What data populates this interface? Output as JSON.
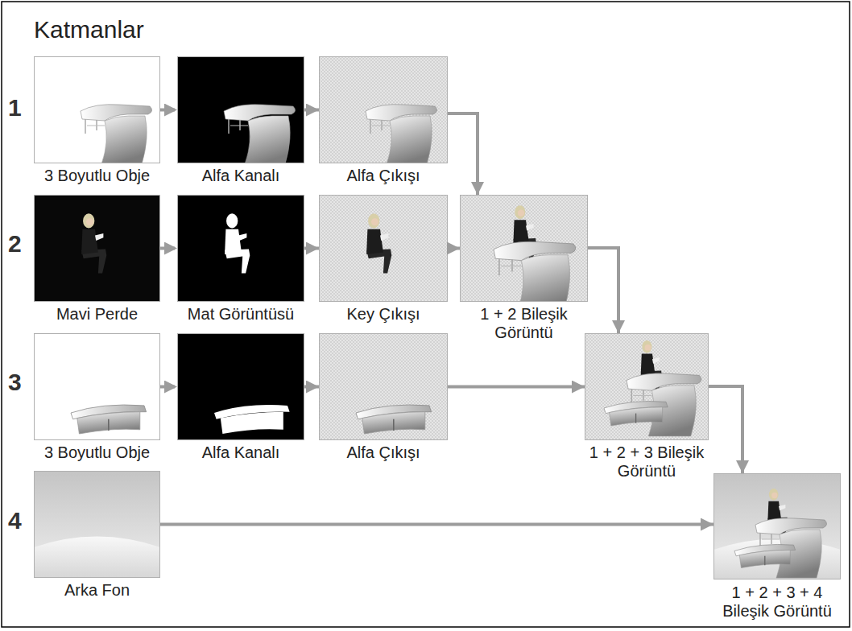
{
  "diagram": {
    "title": "Katmanlar",
    "nodes": [
      {
        "text": [
          "3 Boyutlu Obje"
        ]
      },
      {
        "text": [
          "Alfa Kanalı"
        ]
      },
      {
        "text": [
          "Alfa Çıkışı"
        ]
      },
      {
        "text": [
          "Mavi Perde"
        ]
      },
      {
        "text": [
          "Mat Görüntüsü"
        ]
      },
      {
        "text": [
          "Key Çıkışı"
        ]
      },
      {
        "text": [
          "1 + 2 Bileşik Görüntü"
        ]
      },
      {
        "text": [
          "3 Boyutlu Obje"
        ]
      },
      {
        "text": [
          "Alfa Kanalı"
        ]
      },
      {
        "text": [
          "Alfa Çıkışı"
        ]
      },
      {
        "text": [
          "1 + 2 + 3 Bileşik Görüntü"
        ]
      },
      {
        "text": [
          "Arka Fon"
        ]
      },
      {
        "text": [
          "1 + 2 + 3 + 4 Bileşik Görüntü"
        ]
      }
    ],
    "edges": [
      {
        "from": 0,
        "to": 1,
        "arrow": "to"
      },
      {
        "from": 1,
        "to": 2,
        "arrow": "to"
      },
      {
        "from": 2,
        "to": 6,
        "arrow": "to"
      },
      {
        "from": 3,
        "to": 4,
        "arrow": "to"
      },
      {
        "from": 4,
        "to": 5,
        "arrow": "to"
      },
      {
        "from": 5,
        "to": 6,
        "arrow": "to"
      },
      {
        "from": 6,
        "to": 10,
        "arrow": "to"
      },
      {
        "from": 7,
        "to": 8,
        "arrow": "to"
      },
      {
        "from": 8,
        "to": 9,
        "arrow": "to"
      },
      {
        "from": 9,
        "to": 10,
        "arrow": "to"
      },
      {
        "from": 10,
        "to": 12,
        "arrow": "to"
      },
      {
        "from": 11,
        "to": 12,
        "arrow": "to"
      }
    ],
    "labels": [
      "1",
      "2",
      "3",
      "4"
    ]
  }
}
